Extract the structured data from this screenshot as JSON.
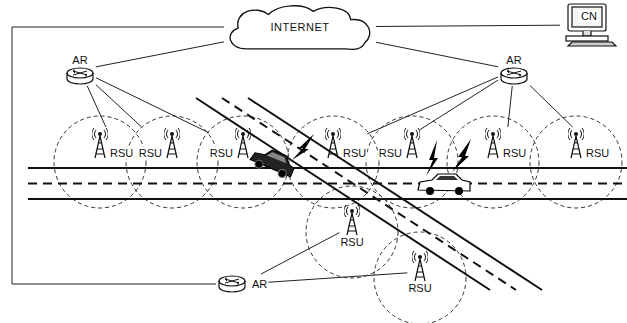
{
  "diagram": {
    "nodes": [
      {
        "text": [
          "INTERNET"
        ]
      },
      {
        "text": [
          "CN"
        ]
      },
      {
        "text": [
          "AR"
        ]
      },
      {
        "text": [
          "AR"
        ]
      },
      {
        "text": [
          "RSU"
        ]
      },
      {
        "text": [
          "RSU"
        ]
      },
      {
        "text": [
          "RSU"
        ]
      },
      {
        "text": [
          "RSU"
        ]
      },
      {
        "text": [
          "RSU"
        ]
      },
      {
        "text": [
          "RSU"
        ]
      },
      {
        "text": [
          "RSU"
        ]
      },
      {
        "text": [
          "AR"
        ]
      },
      {
        "text": [
          "RSU"
        ]
      },
      {
        "text": [
          "RSU"
        ]
      }
    ],
    "edges": [
      {
        "from": 2,
        "to": 0,
        "arrow": "none"
      },
      {
        "from": 3,
        "to": 0,
        "arrow": "none"
      },
      {
        "from": 0,
        "to": 1,
        "arrow": "none"
      },
      {
        "from": 11,
        "to": 0,
        "arrow": "none"
      },
      {
        "from": 2,
        "to": 4,
        "arrow": "none"
      },
      {
        "from": 2,
        "to": 5,
        "arrow": "none"
      },
      {
        "from": 2,
        "to": 6,
        "arrow": "none"
      },
      {
        "from": 3,
        "to": 7,
        "arrow": "none"
      },
      {
        "from": 3,
        "to": 8,
        "arrow": "none"
      },
      {
        "from": 3,
        "to": 9,
        "arrow": "none"
      },
      {
        "from": 3,
        "to": 10,
        "arrow": "none"
      },
      {
        "from": 11,
        "to": 12,
        "arrow": "none"
      },
      {
        "from": 11,
        "to": 13,
        "arrow": "none"
      }
    ]
  }
}
